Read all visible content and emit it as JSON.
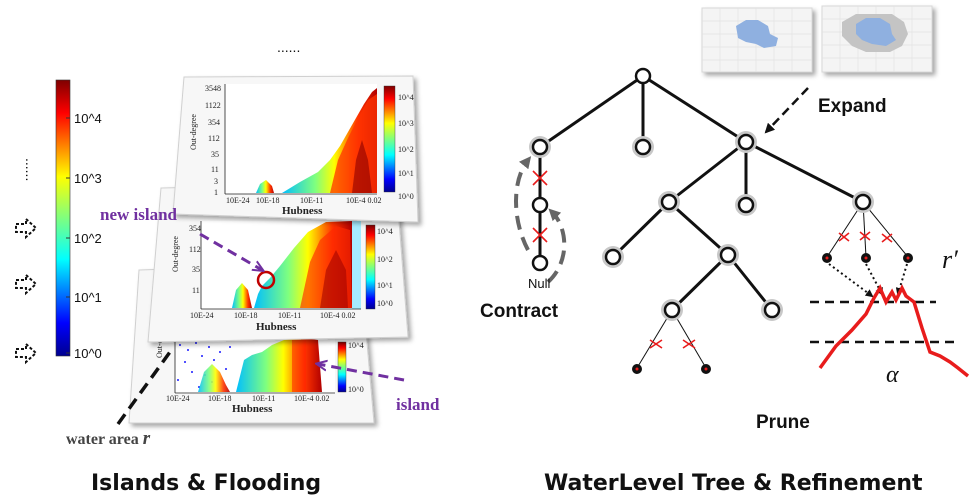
{
  "left_panel": {
    "caption": "Islands & Flooding",
    "top_ellipsis": "......",
    "side_ellipsis": "......",
    "colorbar_ticks": [
      "10^4",
      "10^3",
      "10^2",
      "10^1",
      "10^0"
    ],
    "annotations": {
      "new_island": "new island",
      "island": "island",
      "water_area": "water area",
      "water_area_symbol": "r"
    },
    "heatmap": {
      "xlabel": "Hubness",
      "ylabel": "Out-degree",
      "x_ticks": [
        "10E-24",
        "10E-18",
        "10E-11",
        "10E-4 0.02"
      ],
      "y_ticks_top": [
        "3548",
        "1122",
        "354",
        "112",
        "35",
        "11",
        "3",
        "1"
      ],
      "y_ticks_mid": [
        "354",
        "112",
        "35",
        "11"
      ],
      "cb_ticks": [
        "10^4",
        "10^3",
        "10^2",
        "10^1",
        "10^0"
      ]
    }
  },
  "right_panel": {
    "caption": "WaterLevel Tree & Refinement",
    "labels": {
      "expand": "Expand",
      "contract": "Contract",
      "null": "Null",
      "prune": "Prune",
      "r_prime": "r′",
      "alpha": "α"
    }
  },
  "colors": {
    "purple": "#7030a0",
    "red": "#e81c1c",
    "tree": "#111111",
    "node_halo": "#c8c8c8",
    "water_blue": "#8fb0e0"
  }
}
